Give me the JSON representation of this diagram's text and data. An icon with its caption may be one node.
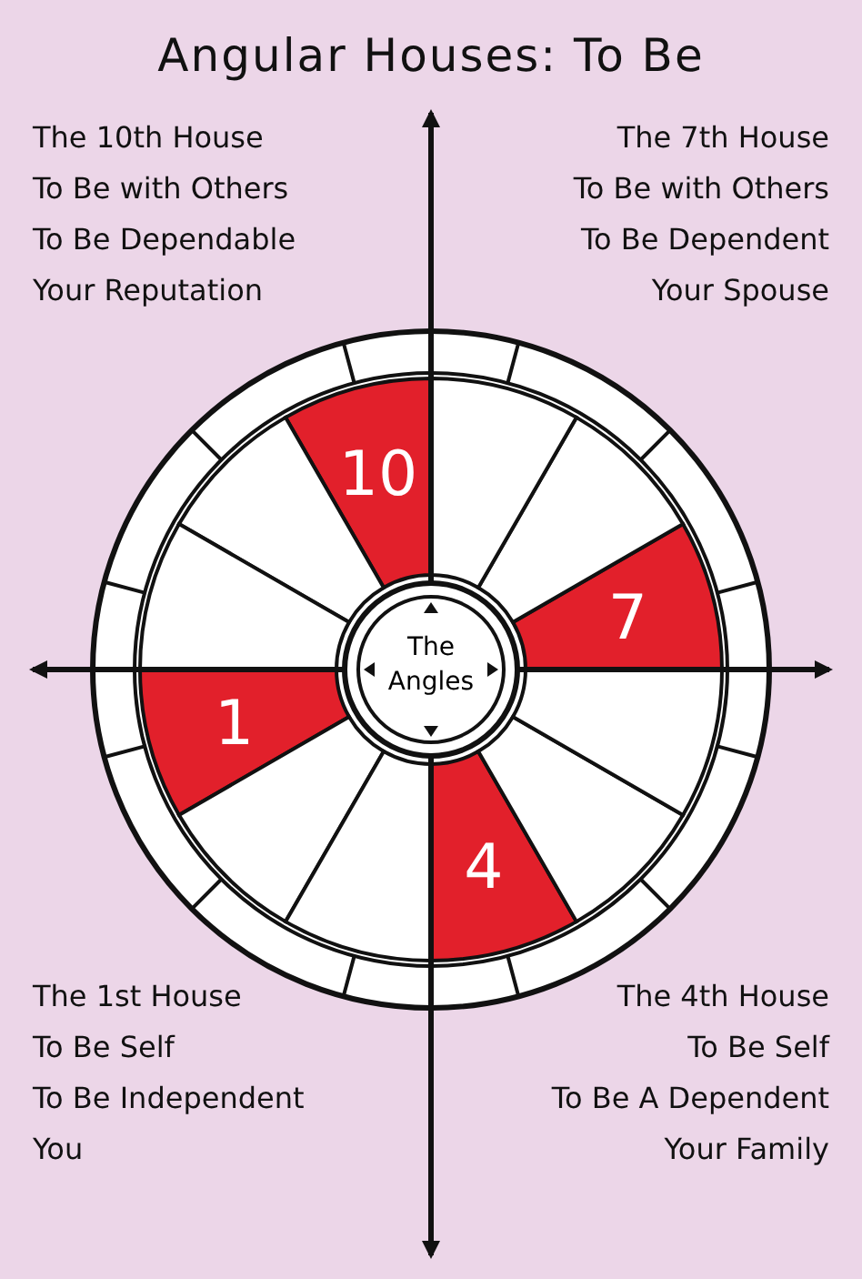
{
  "diagram": {
    "title": "Angular Houses: To Be",
    "nodes": [
      {
        "text": [
          "1"
        ]
      },
      {
        "text": [],
        "shape": "sector"
      },
      {
        "text": [],
        "shape": "sector"
      },
      {
        "text": [
          "4"
        ]
      },
      {
        "text": [],
        "shape": "sector"
      },
      {
        "text": [],
        "shape": "sector"
      },
      {
        "text": [
          "7"
        ]
      },
      {
        "text": [],
        "shape": "sector"
      },
      {
        "text": [],
        "shape": "sector"
      },
      {
        "text": [
          "10"
        ]
      },
      {
        "text": [],
        "shape": "sector"
      },
      {
        "text": [],
        "shape": "sector"
      },
      {
        "text": [
          "The Angles"
        ]
      }
    ],
    "edges": [],
    "labels": [
      "The 10th House",
      "To Be with Others",
      "To Be Dependable",
      "Your Reputation",
      "The 7th House",
      "To Be with Others",
      "To Be Dependent",
      "Your Spouse",
      "The 1st House",
      "To Be Self",
      "To Be Independent",
      "You",
      "The 4th House",
      "To Be Self",
      "To Be A Dependent",
      "Your Family"
    ]
  }
}
